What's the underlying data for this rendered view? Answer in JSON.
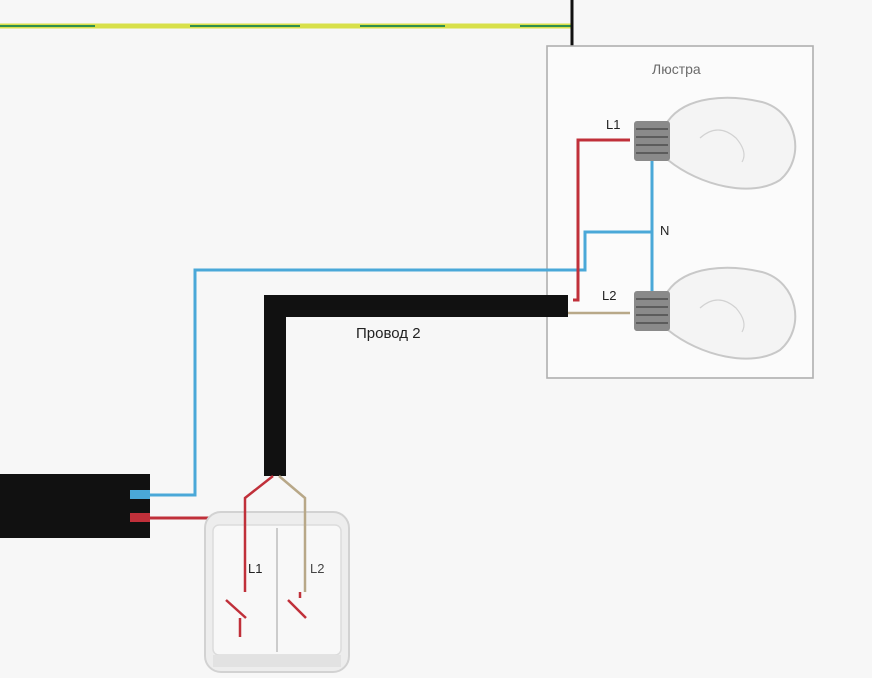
{
  "labels": {
    "chandelier": "Люстра",
    "lamp_1": "L1",
    "neutral": "N",
    "lamp_2": "L2",
    "cable": "Провод 2",
    "switch_key_1": "L1",
    "switch_key_2": "L2"
  },
  "icons": {
    "ground": "ground-symbol-icon",
    "bulb": "light-bulb-icon",
    "switch": "double-switch-icon"
  },
  "colors": {
    "earth_wire": "#d8e04a",
    "earth_stripe": "#2f8f4e",
    "neutral_wire": "#4aa8d8",
    "phase_wire": "#c0303a",
    "cable_jacket": "#111111",
    "switch_l2_wire": "#b8a888",
    "chandelier_border": "#b0b0b0"
  }
}
